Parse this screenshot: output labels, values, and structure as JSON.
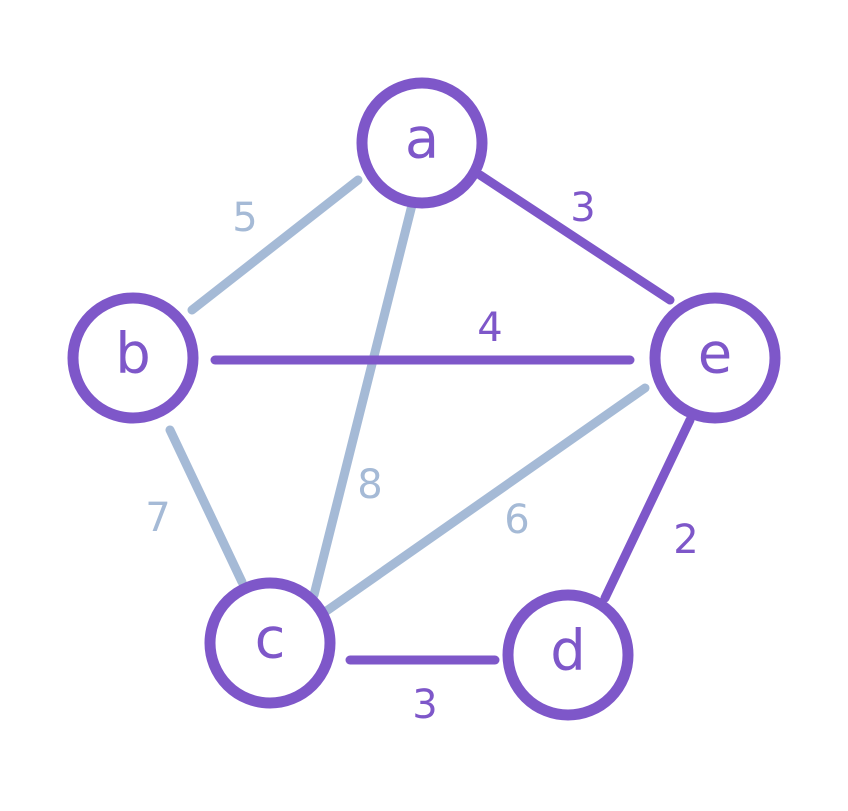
{
  "colors": {
    "selected": "#7e57c9",
    "unselected": "#a5bad6",
    "node": "#7e57c9"
  },
  "nodes": [
    {
      "id": "a",
      "label": "a"
    },
    {
      "id": "b",
      "label": "b"
    },
    {
      "id": "c",
      "label": "c"
    },
    {
      "id": "d",
      "label": "d"
    },
    {
      "id": "e",
      "label": "e"
    }
  ],
  "edges": [
    {
      "from": "a",
      "to": "b",
      "weight": "5",
      "selected": false
    },
    {
      "from": "a",
      "to": "c",
      "weight": "8",
      "selected": false
    },
    {
      "from": "a",
      "to": "e",
      "weight": "3",
      "selected": true
    },
    {
      "from": "b",
      "to": "e",
      "weight": "4",
      "selected": true
    },
    {
      "from": "b",
      "to": "c",
      "weight": "7",
      "selected": false
    },
    {
      "from": "c",
      "to": "e",
      "weight": "6",
      "selected": false
    },
    {
      "from": "c",
      "to": "d",
      "weight": "3",
      "selected": true
    },
    {
      "from": "e",
      "to": "d",
      "weight": "2",
      "selected": true
    }
  ]
}
